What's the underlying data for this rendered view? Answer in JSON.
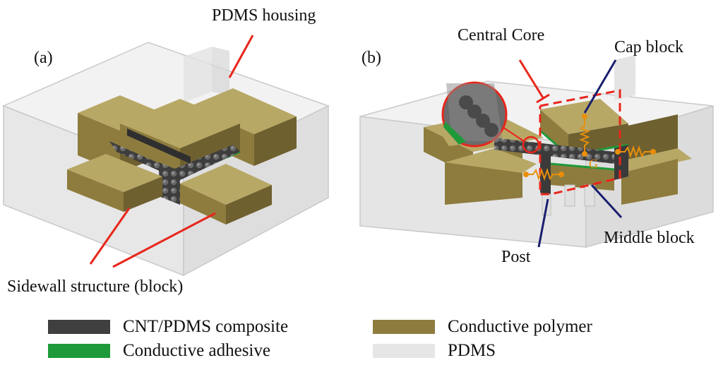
{
  "panels": {
    "a": {
      "tag": "(a)"
    },
    "b": {
      "tag": "(b)"
    }
  },
  "annotations": {
    "pdms_housing": "PDMS housing",
    "sidewall_structure": "Sidewall structure (block)",
    "central_core": "Central Core",
    "cap_block": "Cap block",
    "middle_block": "Middle block",
    "post": "Post",
    "ground_symbol": "G"
  },
  "legend": [
    {
      "label": "CNT/PDMS composite",
      "color": "#3f3f3f"
    },
    {
      "label": "Conductive polymer",
      "color": "#8e7c3e"
    },
    {
      "label": "Conductive adhesive",
      "color": "#1f9a3a"
    },
    {
      "label": "PDMS",
      "color": "#e6e6e6"
    }
  ],
  "colors": {
    "leader_red": "#e8261b",
    "leader_navy": "#1a1f6e",
    "resistor_orange": "#e88f0c",
    "gold_top": "#b8a866",
    "gold_side": "#8e7c3e",
    "gold_dark": "#6f6030",
    "core_dark": "#3f3f3f",
    "pdms_light": "#ececec"
  }
}
